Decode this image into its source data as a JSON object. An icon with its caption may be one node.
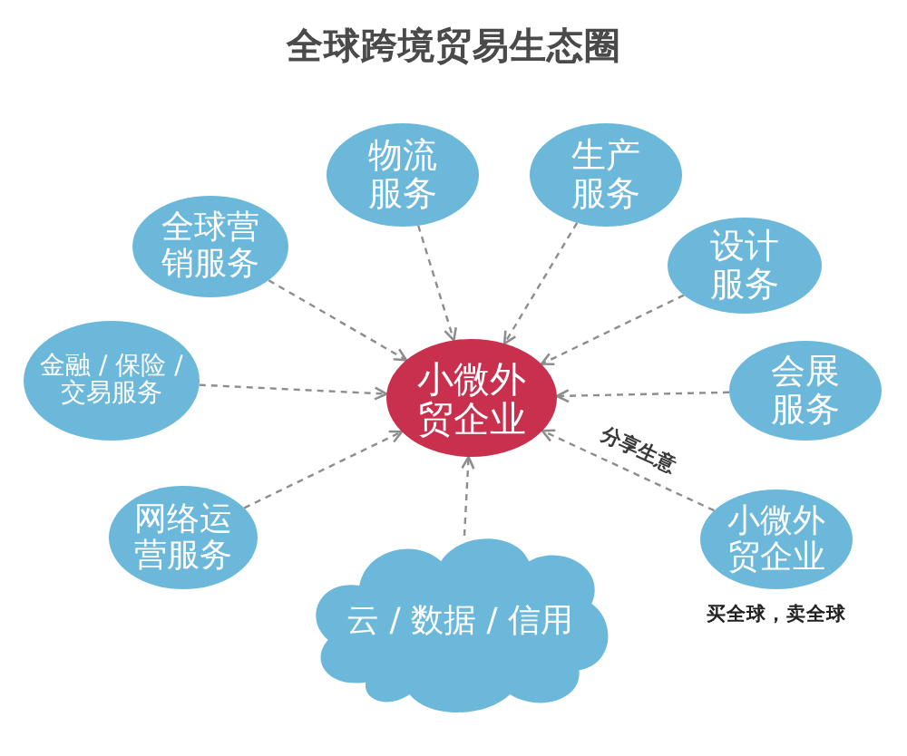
{
  "diagram": {
    "title": "全球跨境贸易生态圈",
    "nodes": [
      {
        "text": [
          "物流服务"
        ]
      },
      {
        "text": [
          "生产服务"
        ]
      },
      {
        "text": [
          "全球营销服务"
        ]
      },
      {
        "text": [
          "设计服务"
        ]
      },
      {
        "text": [
          "金融 / 保险 / 交易服务"
        ]
      },
      {
        "text": [
          "小微外贸企业"
        ]
      },
      {
        "text": [
          "会展服务"
        ]
      },
      {
        "text": [
          "网络运营服务"
        ]
      },
      {
        "text": [
          "小微外贸企业"
        ],
        "beside": [
          "买全球，卖全球"
        ]
      },
      {
        "text": [
          "云 / 数据 / 信用"
        ]
      }
    ],
    "edges": [
      {
        "from": 0,
        "to": 5,
        "arrow": "to",
        "style": "dashed"
      },
      {
        "from": 1,
        "to": 5,
        "arrow": "to",
        "style": "dashed"
      },
      {
        "from": 2,
        "to": 5,
        "arrow": "to",
        "style": "dashed"
      },
      {
        "from": 3,
        "to": 5,
        "arrow": "to",
        "style": "dashed"
      },
      {
        "from": 4,
        "to": 5,
        "arrow": "to",
        "style": "dashed"
      },
      {
        "from": 6,
        "to": 5,
        "arrow": "to",
        "style": "dashed"
      },
      {
        "from": 7,
        "to": 5,
        "arrow": "to",
        "style": "dashed"
      },
      {
        "from": 8,
        "to": 5,
        "arrow": "to",
        "style": "dashed",
        "label": "分享生意"
      },
      {
        "from": 9,
        "to": 5,
        "arrow": "to",
        "style": "dashed"
      }
    ]
  }
}
